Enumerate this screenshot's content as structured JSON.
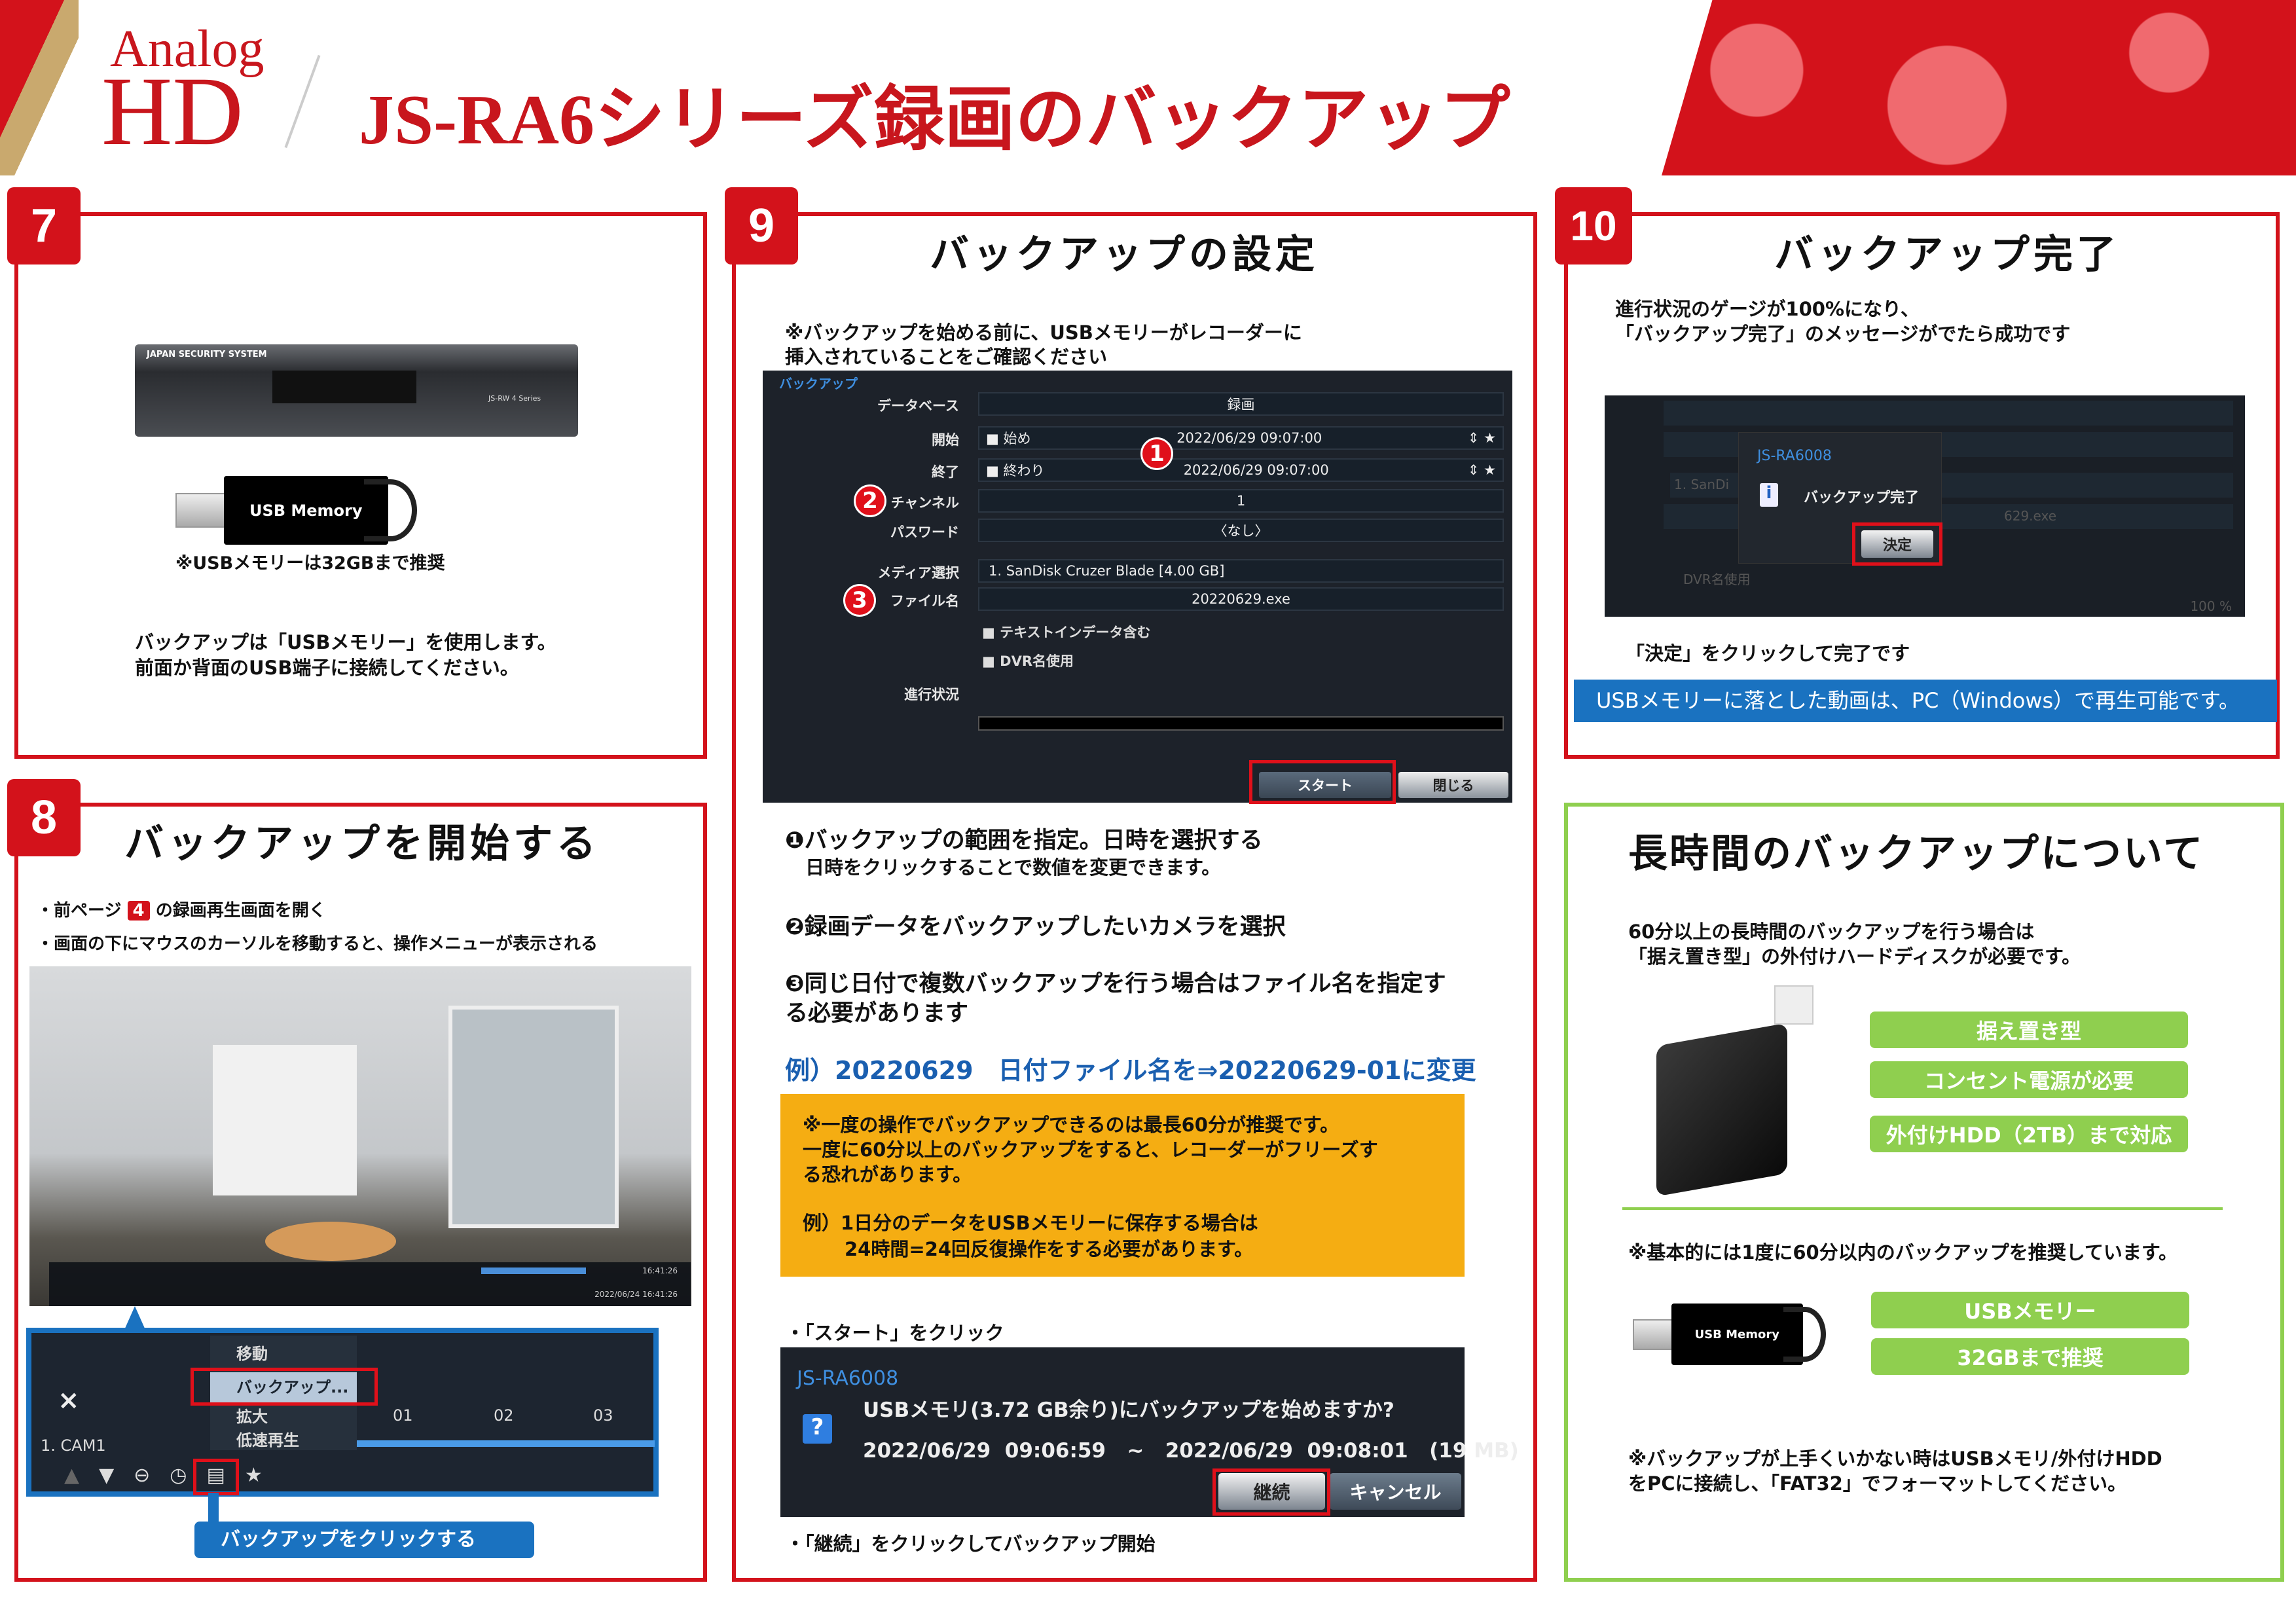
{
  "header": {
    "logo_analog": "Analog",
    "logo_hd": "HD",
    "title": "JS-RA6シリーズ録画のバックアップ"
  },
  "s7": {
    "num": "7",
    "usb_label": "USB Memory",
    "dvr_brand": "JAPAN SECURITY SYSTEM",
    "dvr_model": "JS-RW 4 Series",
    "caption": "※USBメモリーは32GBまで推奨",
    "text1": "バックアップは「USBメモリー」を使用します。",
    "text2": "前面か背面のUSB端子に接続してください。"
  },
  "s8": {
    "num": "8",
    "title": "バックアップを開始する",
    "bullet1_a": "・前ページ",
    "bullet1_num": "4",
    "bullet1_b": "の録画再生画面を開く",
    "bullet2": "・画面の下にマウスのカーソルを移動すると、操作メニューが表示される",
    "cam_time1": "16:41:26",
    "cam_time2": "2022/06/24 16:41:26",
    "menu": [
      "移動",
      "バックアップ...",
      "拡大",
      "低速再生"
    ],
    "close": "×",
    "channel": "1. CAM1",
    "ticks": [
      "01",
      "02",
      "03"
    ],
    "callout": "バックアップをクリックする"
  },
  "s9": {
    "num": "9",
    "title": "バックアップの設定",
    "note1": "※バックアップを始める前に、USBメモリーがレコーダーに",
    "note2": "挿入されていることをご確認ください",
    "dvr": {
      "title": "バックアップ",
      "database_label": "データベース",
      "database": "録画",
      "start_label": "開始",
      "start_check": "始め",
      "start_time": "2022/06/29  09:07:00",
      "end_label": "終了",
      "end_check": "終わり",
      "end_time": "2022/06/29  09:07:00",
      "channel_label": "チャンネル",
      "channel": "1",
      "password_label": "パスワード",
      "password": "〈なし〉",
      "media_label": "メディア選択",
      "media": "1. SanDisk Cruzer Blade [4.00 GB]",
      "file_label": "ファイル名",
      "file": "20220629.exe",
      "text_check": "テキストインデータ含む",
      "dvr_check": "DVR名使用",
      "progress_label": "進行状況",
      "progress": 0,
      "start_btn": "スタート",
      "close_btn": "閉じる"
    },
    "c1": "1",
    "c2": "2",
    "c3": "3",
    "exp1": "❶バックアップの範囲を指定。日時を選択する",
    "exp1b": "日時をクリックすることで数値を変更できます。",
    "exp2": "❷録画データをバックアップしたいカメラを選択",
    "exp3a": "❸同じ日付で複数バックアップを行う場合はファイル名を指定す",
    "exp3b": "る必要があります",
    "example": "例）20220629　日付ファイル名を⇒20220629-01に変更",
    "warn": [
      "※一度の操作でバックアップできるのは最長60分が推奨です。",
      "一度に60分以上のバックアップをすると、レコーダーがフリーズす",
      "る恐れがあります。",
      "例）1日分のデータをUSBメモリーに保存する場合は",
      "24時間=24回反復操作をする必要があります。"
    ],
    "click_start": "・「スタート」をクリック",
    "dialog": {
      "title": "JS-RA6008",
      "line1": "USBメモリ(3.72 GB余り)にバックアップを始めますか?",
      "line2": "2022/06/29  09:06:59   ~   2022/06/29  09:08:01   (19 MB)",
      "ok": "継続",
      "cancel": "キャンセル"
    },
    "click_continue": "・「継続」をクリックしてバックアップ開始"
  },
  "s10": {
    "num": "10",
    "title": "バックアップ完了",
    "text1": "進行状況のゲージが100%になり、",
    "text2": "「バックアップ完了」のメッセージがでたら成功です",
    "dialog_title": "JS-RA6008",
    "dialog_msg": "バックアップ完了",
    "ok": "決定",
    "bg_file": "629.exe",
    "bg_dvr": "DVR名使用",
    "bg_media": "1. SanDi",
    "bg_progress": "100 %",
    "progress": 100,
    "after": "「決定」をクリックして完了です",
    "banner": "USBメモリーに落とした動画は、PC（Windows）で再生可能です。"
  },
  "long": {
    "title": "長時間のバックアップについて",
    "text1": "60分以上の長時間のバックアップを行う場合は",
    "text2": "「据え置き型」の外付けハードディスクが必要です。",
    "hdd_tags": [
      "据え置き型",
      "コンセント電源が必要",
      "外付けHDD（2TB）まで対応"
    ],
    "note": "※基本的には1度に60分以内のバックアップを推奨しています。",
    "usb_label": "USB Memory",
    "usb_tags": [
      "USBメモリー",
      "32GBまで推奨"
    ],
    "foot1": "※バックアップが上手くいかない時はUSBメモリ/外付けHDD",
    "foot2": "をPCに接続し、「FAT32」でフォーマットしてください。"
  },
  "colors": {
    "red": "#d3121b",
    "green": "#8fcf4f",
    "blue": "#1a72c0",
    "yellow": "#f5ad12"
  }
}
